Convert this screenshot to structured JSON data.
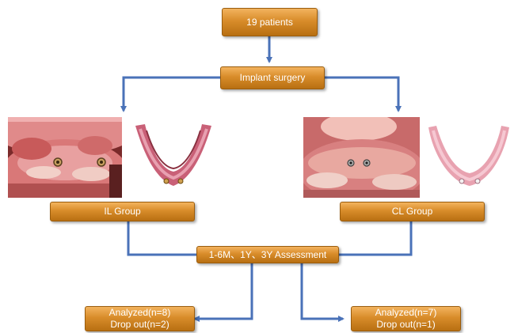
{
  "boxes": {
    "patients": "19 patients",
    "surgery": "Implant surgery",
    "il_group": "IL Group",
    "cl_group": "CL Group",
    "assessment": "1-6M、1Y、3Y Assessment",
    "il_result": {
      "analyzed": "Analyzed(n=8)",
      "dropout": "Drop out(n=2)"
    },
    "cl_result": {
      "analyzed": "Analyzed(n=7)",
      "dropout": "Drop out(n=1)"
    }
  },
  "colors": {
    "box_fill": "#d88c2a",
    "connector": "#4a72b8",
    "gum_pink": "#d98080",
    "denture_pink": "#cf6b7e"
  },
  "images": [
    {
      "name": "il-intraoral-photo",
      "depicts": "mandibular ridge with two implants"
    },
    {
      "name": "il-denture-photo",
      "depicts": "lower denture with two attachments"
    },
    {
      "name": "cl-intraoral-photo",
      "depicts": "mandibular ridge with two implants"
    },
    {
      "name": "cl-denture-photo",
      "depicts": "lower denture with two attachments"
    }
  ]
}
